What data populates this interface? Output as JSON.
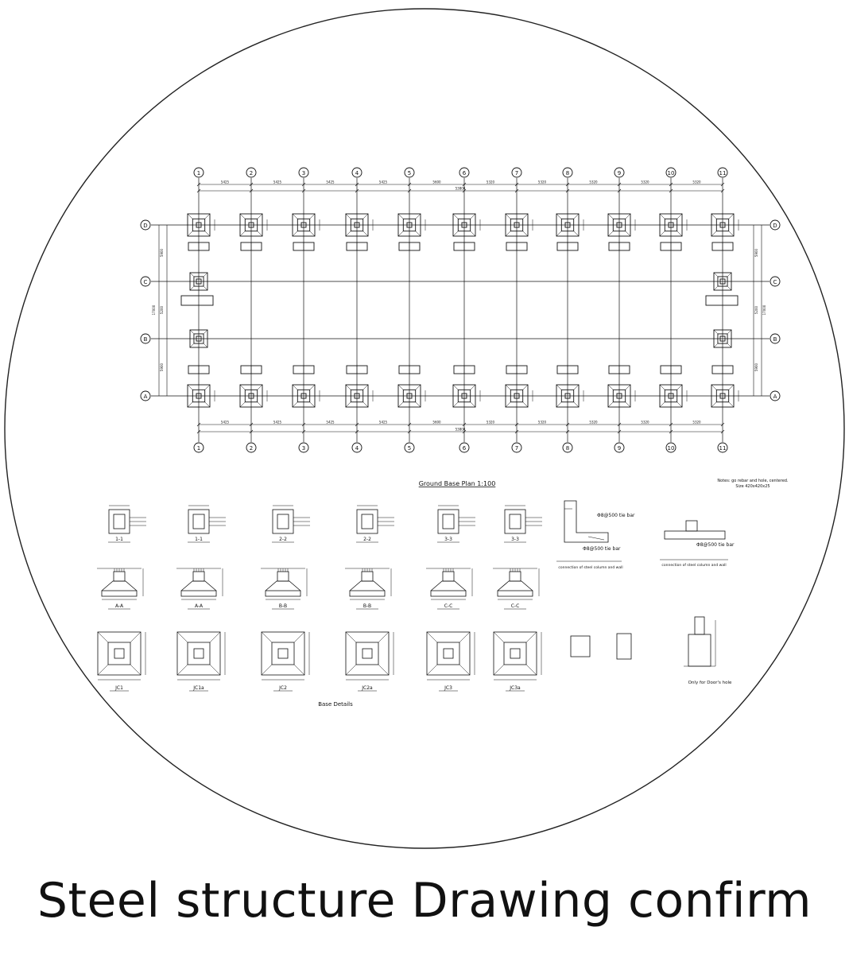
{
  "caption": "Steel structure Drawing confirm",
  "plan": {
    "title": "Ground Base Plan 1:100",
    "axis_numbers": [
      "1",
      "2",
      "3",
      "4",
      "5",
      "6",
      "7",
      "8",
      "9",
      "10",
      "11"
    ],
    "axis_letters": [
      "D",
      "C",
      "B",
      "A"
    ],
    "bay_dims": [
      "5425",
      "5425",
      "5425",
      "5425",
      "5600",
      "5320",
      "5320",
      "5320",
      "5320",
      "5320"
    ],
    "total_length": "53800",
    "total_width": "17000",
    "side_dims": [
      "5900",
      "5200",
      "5900"
    ],
    "note": [
      "Notes: go rebar and hole, centered.",
      "Size 420x420x25"
    ]
  },
  "details": {
    "sections_row1": [
      "1-1",
      "1-1",
      "2-2",
      "2-2",
      "3-3",
      "3-3"
    ],
    "sections_row2": [
      "A-A",
      "A-A",
      "B-B",
      "B-B",
      "C-C",
      "C-C"
    ],
    "sections_row3": [
      "JC1",
      "JC1a",
      "JC2",
      "JC2a",
      "JC3",
      "JC3a"
    ],
    "connection_labels": [
      "connection of steel column and wall",
      "connection of steel column and wall"
    ],
    "tie_bar": "Φ8@500 tie bar",
    "door_note": "Only for Door's hole",
    "base_details": "Base Details"
  },
  "colors": {
    "line": "#111111",
    "background": "#ffffff"
  }
}
